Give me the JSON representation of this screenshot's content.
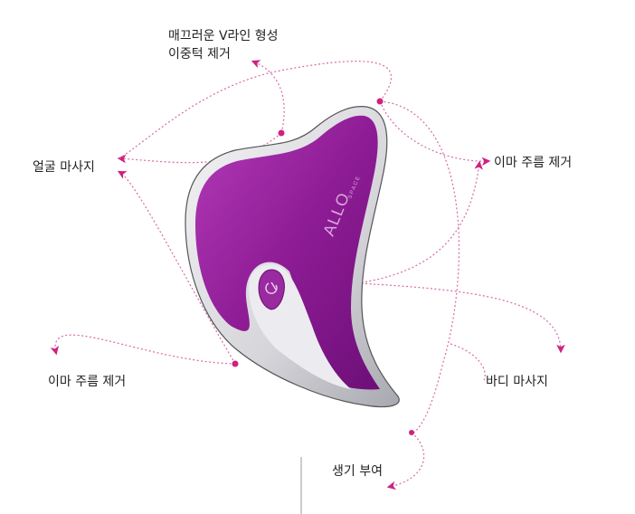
{
  "labels": {
    "v_line_1": "매끄러운 V라인 형성",
    "v_line_2": "이중턱 제거",
    "face_massage": "얼굴 마사지",
    "forehead_right": "이마 주름 제거",
    "forehead_left": "이마 주름 제거",
    "body_massage": "바디 마사지",
    "vitality": "생기 부여"
  },
  "product": {
    "brand": "ALLO SPACE"
  },
  "colors": {
    "accent": "#d0217f",
    "device_purple": "#8e1c95",
    "silver": "#d9d9de"
  }
}
